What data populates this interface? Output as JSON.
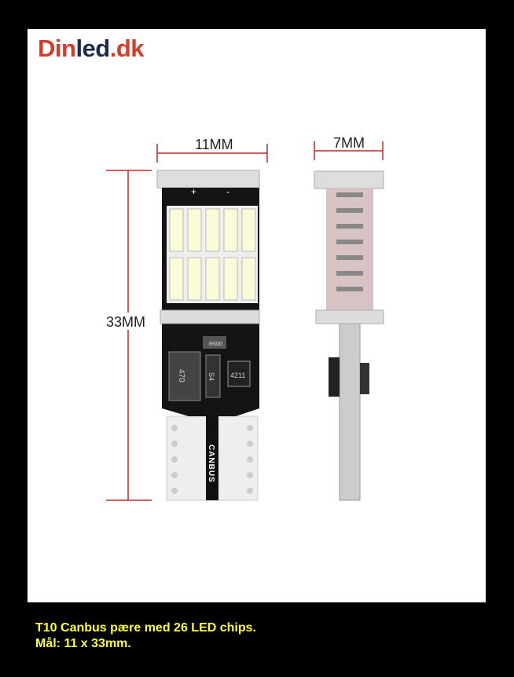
{
  "logo": {
    "part1": "Din",
    "part2": "led",
    "part3": ".dk"
  },
  "dimensions": {
    "width": "11MM",
    "depth": "7MM",
    "height": "33MM"
  },
  "board_markings": {
    "resistor": "R600",
    "cap": "470",
    "diode": "S4",
    "ic": "4211",
    "base": "CANBUS",
    "plus": "+",
    "minus": "-"
  },
  "caption": {
    "line1": "T10 Canbus pære med 26 LED chips.",
    "line2": "Mål: 11 x 33mm."
  },
  "colors": {
    "dim_line": "#c0282a",
    "caption": "#ffff33"
  }
}
